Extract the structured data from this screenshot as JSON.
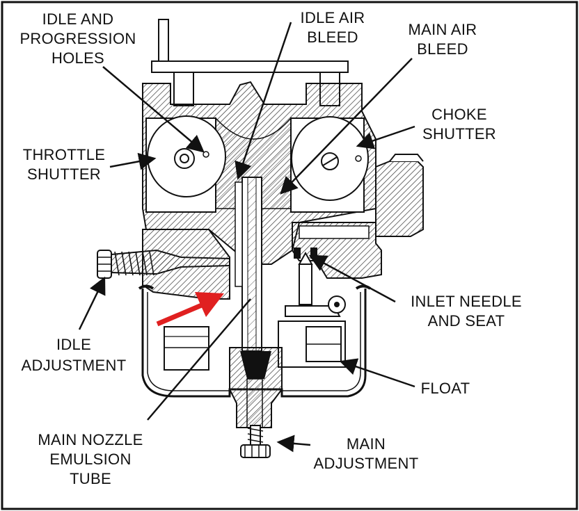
{
  "labels": {
    "idle_progression": [
      "IDLE AND",
      "PROGRESSION",
      "HOLES"
    ],
    "idle_air_bleed": [
      "IDLE  AIR",
      "BLEED"
    ],
    "main_air_bleed": [
      "MAIN AIR",
      "BLEED"
    ],
    "choke_shutter": [
      "CHOKE",
      "SHUTTER"
    ],
    "throttle_shutter": [
      "THROTTLE",
      "SHUTTER"
    ],
    "inlet_needle": [
      "INLET NEEDLE",
      "AND SEAT"
    ],
    "idle_adjustment": [
      "IDLE",
      "ADJUSTMENT"
    ],
    "float": [
      "FLOAT"
    ],
    "main_nozzle": [
      "MAIN NOZZLE",
      "EMULSION",
      "TUBE"
    ],
    "main_adjustment": [
      "MAIN",
      "ADJUSTMENT"
    ]
  },
  "colors": {
    "ink": "#111111",
    "highlight_arrow": "#e02020",
    "hatch": "#333333",
    "background": "#ffffff"
  }
}
